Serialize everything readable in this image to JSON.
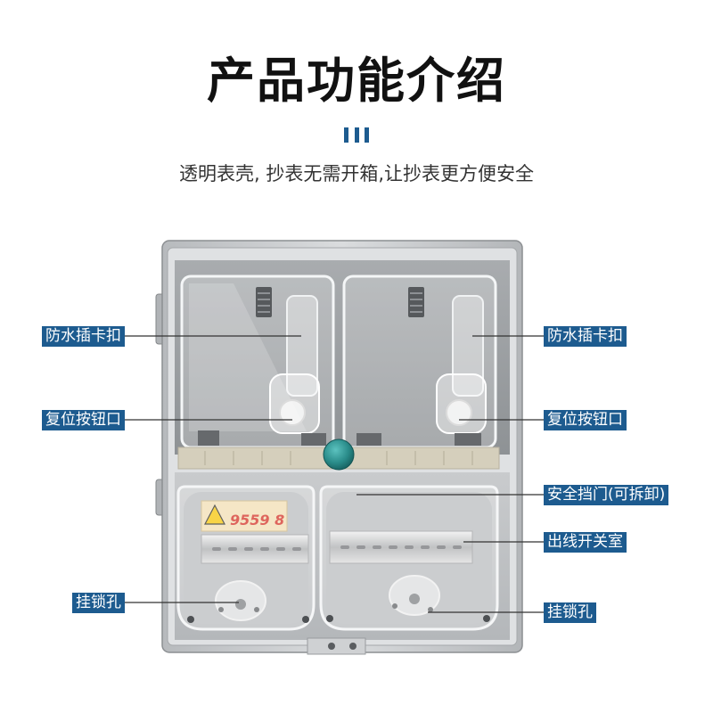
{
  "title": "产品功能介绍",
  "subtitle": "透明表壳, 抄表无需开箱,让抄表更方便安全",
  "colors": {
    "label_bg": "#1d5b8f",
    "accent_bars": "#1d5b8f",
    "leader_lines": "#333333",
    "knob": "#2a8c8a"
  },
  "callouts": {
    "left_clip": "防水插卡扣",
    "right_clip": "防水插卡扣",
    "left_reset": "复位按钮口",
    "right_reset": "复位按钮口",
    "safety_door": "安全挡门(可拆卸)",
    "outlet_room": "出线开关室",
    "left_lock": "挂锁孔",
    "right_lock": "挂锁孔"
  },
  "product": {
    "warning_label_text": "9559 8"
  }
}
